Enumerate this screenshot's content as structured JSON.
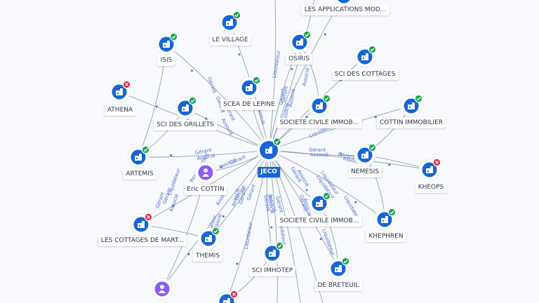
{
  "colors": {
    "node": "#1565d8",
    "ring": "#e8edf3",
    "ok": "#18a34a",
    "ko": "#d9263a",
    "person": "#8b5cf6",
    "edge": "#8895a8",
    "edge_label": "#4d6fd1"
  },
  "center": {
    "label": "JECO",
    "icon": "building-icon",
    "status": "ok"
  },
  "entities": [
    {
      "label": "LES APPLICATIONS MOD...",
      "icon": "building-icon",
      "status": "ok"
    },
    {
      "label": "LE VILLAGE",
      "icon": "building-icon",
      "status": "ok"
    },
    {
      "label": "OSIRIS",
      "icon": "building-icon",
      "status": "ok"
    },
    {
      "label": "ISIS",
      "icon": "building-icon",
      "status": "ok"
    },
    {
      "label": "SCI DES COTTAGES",
      "icon": "building-icon",
      "status": "ok"
    },
    {
      "label": "ATHENA",
      "icon": "building-icon",
      "status": "ko"
    },
    {
      "label": "SCEA DE LEPINE",
      "icon": "building-icon",
      "status": "ok"
    },
    {
      "label": "SCI DES GRILLETS",
      "icon": "building-icon",
      "status": "ok"
    },
    {
      "label": "SOCIETE CIVILE IMMOB...",
      "icon": "building-icon",
      "status": "ok"
    },
    {
      "label": "COTTIN IMMOBILIER",
      "icon": "building-icon",
      "status": "ok"
    },
    {
      "label": "ARTEMIS",
      "icon": "building-icon",
      "status": "ok"
    },
    {
      "label": "NEMESIS",
      "icon": "building-icon",
      "status": "ok"
    },
    {
      "label": "KHEOPS",
      "icon": "building-icon",
      "status": "ko"
    },
    {
      "label": "Eric COTTIN",
      "icon": "person-icon",
      "status": ""
    },
    {
      "label": "SOCIETE CIVILE IMMOB...",
      "icon": "building-icon",
      "status": "ok"
    },
    {
      "label": "KHEPHREN",
      "icon": "building-icon",
      "status": "ok"
    },
    {
      "label": "LES COTTAGES DE MART...",
      "icon": "building-icon",
      "status": "ko"
    },
    {
      "label": "THEMIS",
      "icon": "building-icon",
      "status": "ok"
    },
    {
      "label": "SCI IMHOTEP",
      "icon": "building-icon",
      "status": "ok"
    },
    {
      "label": "DE BRETEUIL",
      "icon": "building-icon",
      "status": "ok"
    },
    {
      "label": "",
      "icon": "person-icon",
      "status": ""
    },
    {
      "label": "",
      "icon": "building-icon",
      "status": "ko"
    }
  ],
  "edge_labels": [
    "Liquidateur",
    "Gérant",
    "Associé",
    "Gérant",
    "Associé",
    "Associé",
    "Gérant",
    "Gérant",
    "Associé",
    "Gérant",
    "Associé",
    "Liquidateur",
    "Gérant",
    "Associé",
    "Gérant",
    "Associé",
    "Représentant",
    "Gérant",
    "Associé",
    "Gérant",
    "Associé",
    "Liquidateur",
    "Gérant",
    "Associé",
    "Liquidateur",
    "Liquidateur",
    "Liquidateur",
    "Associé",
    "Gérant",
    "Gérant",
    "Associé",
    "Gérant",
    "Associé",
    "Gérant",
    "Associé",
    "Liquidateur",
    "Associé",
    "Gérant",
    "Liquidateur",
    "Liquidateur",
    "Gérant",
    "Gérant",
    "Liquidateur",
    "Associé",
    "Gérant",
    "Associé"
  ]
}
